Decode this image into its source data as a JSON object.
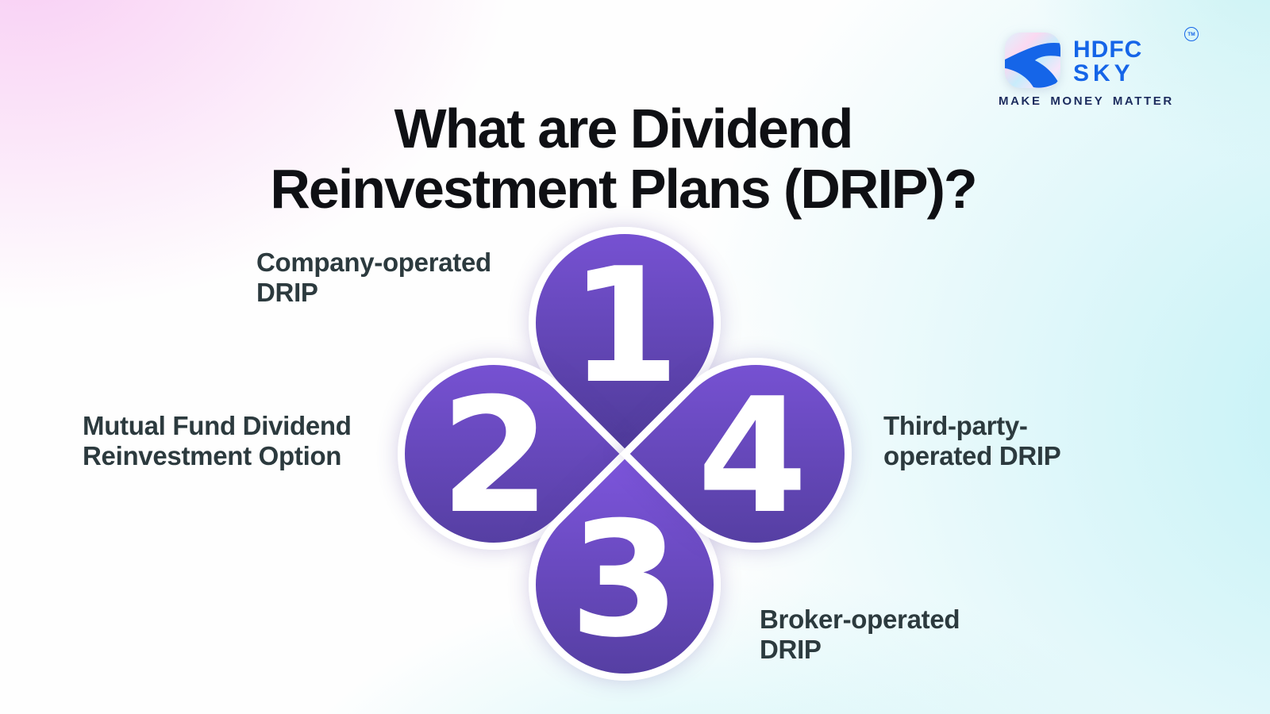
{
  "title": {
    "line1": "What are Dividend",
    "line2": "Reinvestment Plans (DRIP)?",
    "color": "#0f1014"
  },
  "logo": {
    "line1": "HDFC",
    "line2": "SKY",
    "trademark": "TM",
    "tagline": "MAKE MONEY MATTER",
    "text_color": "#1565e8",
    "tagline_color": "#1c2c5e"
  },
  "petals": {
    "gradient_top_color": "#7d55dc",
    "gradient_bottom_color": "#4f3b99",
    "outline_color": "#ffffff",
    "number_color": "#ffffff",
    "label_color": "#2c3a3e",
    "items": [
      {
        "number": "1",
        "position": "top",
        "label_line1": "Company-operated",
        "label_line2": "DRIP"
      },
      {
        "number": "2",
        "position": "left",
        "label_line1": "Mutual Fund Dividend",
        "label_line2": "Reinvestment Option"
      },
      {
        "number": "3",
        "position": "bottom",
        "label_line1": "Broker-operated",
        "label_line2": "DRIP"
      },
      {
        "number": "4",
        "position": "right",
        "label_line1": "Third-party-",
        "label_line2": "operated DRIP"
      }
    ]
  },
  "background": {
    "pink": "#f8cef4",
    "cyan": "#c3f1f6",
    "base": "#fefefe"
  }
}
